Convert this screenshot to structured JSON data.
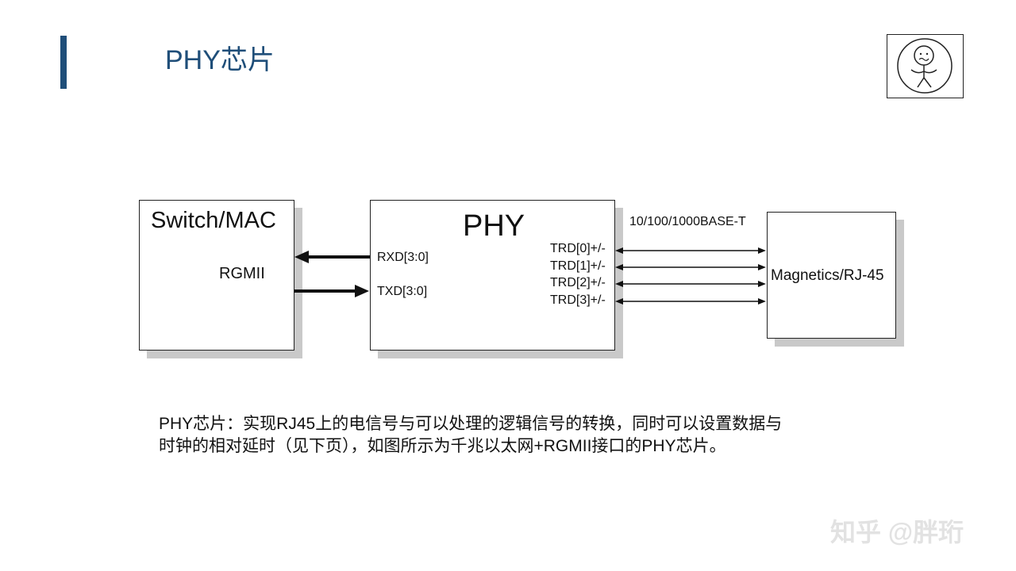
{
  "slide": {
    "title": "PHY芯片"
  },
  "diagram": {
    "mac_box": {
      "title": "Switch/MAC",
      "interface": "RGMII"
    },
    "phy_box": {
      "title": "PHY",
      "rx_signal": "RXD[3:0]",
      "tx_signal": "TXD[3:0]",
      "trd_signals": [
        "TRD[0]+/-",
        "TRD[1]+/-",
        "TRD[2]+/-",
        "TRD[3]+/-"
      ]
    },
    "link_label": "10/100/1000BASE-T",
    "magnetics_box": {
      "title": "Magnetics/RJ-45"
    }
  },
  "description": {
    "line1": "PHY芯片：实现RJ45上的电信号与可以处理的逻辑信号的转换，同时可以设置数据与",
    "line2": "时钟的相对延时（见下页），如图所示为千兆以太网+RGMII接口的PHY芯片。"
  },
  "watermark": "知乎 @胖珩",
  "colors": {
    "accent": "#1f4e79",
    "shadow": "#c9c9c9"
  },
  "icons": [
    "stick-figure-logo-icon"
  ]
}
